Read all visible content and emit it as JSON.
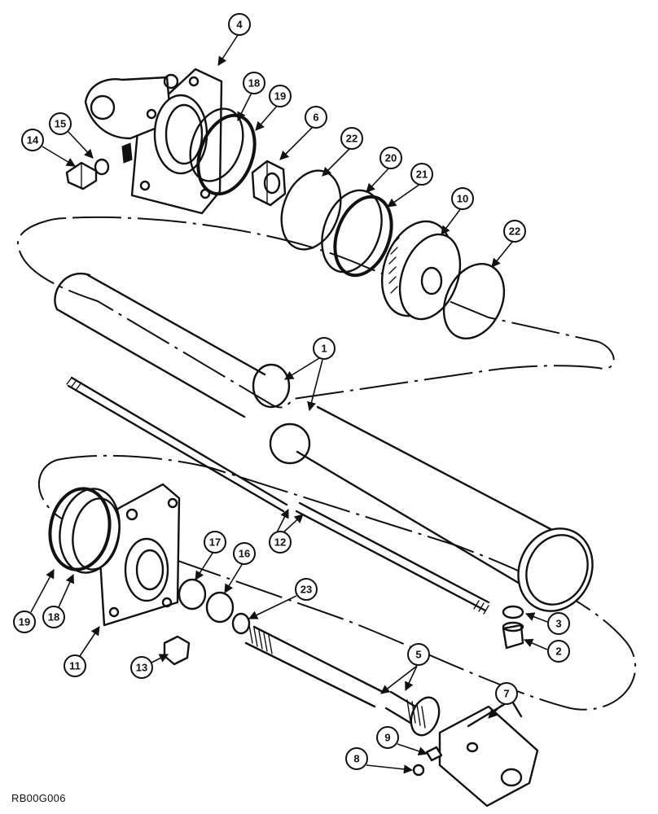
{
  "figure_code": "RB00G006",
  "callouts": [
    {
      "id": "4",
      "label": "4"
    },
    {
      "id": "18a",
      "label": "18"
    },
    {
      "id": "19a",
      "label": "19"
    },
    {
      "id": "6",
      "label": "6"
    },
    {
      "id": "14",
      "label": "14"
    },
    {
      "id": "15",
      "label": "15"
    },
    {
      "id": "22a",
      "label": "22"
    },
    {
      "id": "20",
      "label": "20"
    },
    {
      "id": "21",
      "label": "21"
    },
    {
      "id": "10",
      "label": "10"
    },
    {
      "id": "22b",
      "label": "22"
    },
    {
      "id": "1",
      "label": "1"
    },
    {
      "id": "12",
      "label": "12"
    },
    {
      "id": "17",
      "label": "17"
    },
    {
      "id": "16",
      "label": "16"
    },
    {
      "id": "23",
      "label": "23"
    },
    {
      "id": "3",
      "label": "3"
    },
    {
      "id": "2",
      "label": "2"
    },
    {
      "id": "19b",
      "label": "19"
    },
    {
      "id": "18b",
      "label": "18"
    },
    {
      "id": "11",
      "label": "11"
    },
    {
      "id": "13",
      "label": "13"
    },
    {
      "id": "5",
      "label": "5"
    },
    {
      "id": "7",
      "label": "7"
    },
    {
      "id": "9",
      "label": "9"
    },
    {
      "id": "8",
      "label": "8"
    }
  ]
}
